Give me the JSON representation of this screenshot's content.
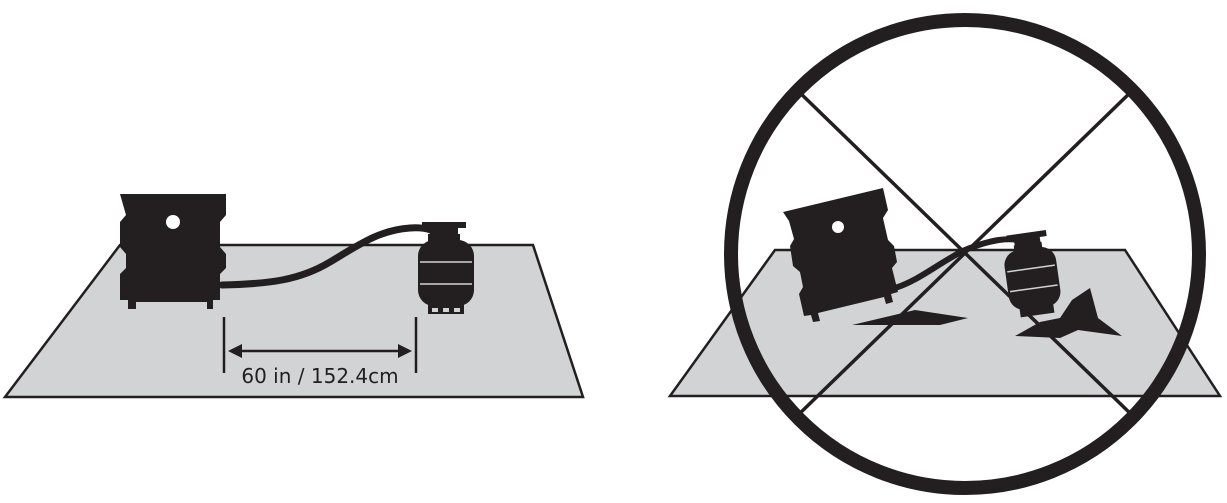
{
  "diagram": {
    "correct_setup": {
      "clearance_label": "60 in / 152.4cm",
      "components": [
        "heater-unit",
        "gas-cylinder",
        "connecting-hose",
        "flat-ground-mat"
      ]
    },
    "incorrect_setup": {
      "components": [
        "tilted-heater-unit",
        "tilted-gas-cylinder",
        "connecting-hose",
        "uneven-ground-mat",
        "prohibition-symbol"
      ]
    },
    "colors": {
      "ink": "#231f20",
      "ground": "#d1d3d4",
      "background": "#ffffff"
    }
  }
}
